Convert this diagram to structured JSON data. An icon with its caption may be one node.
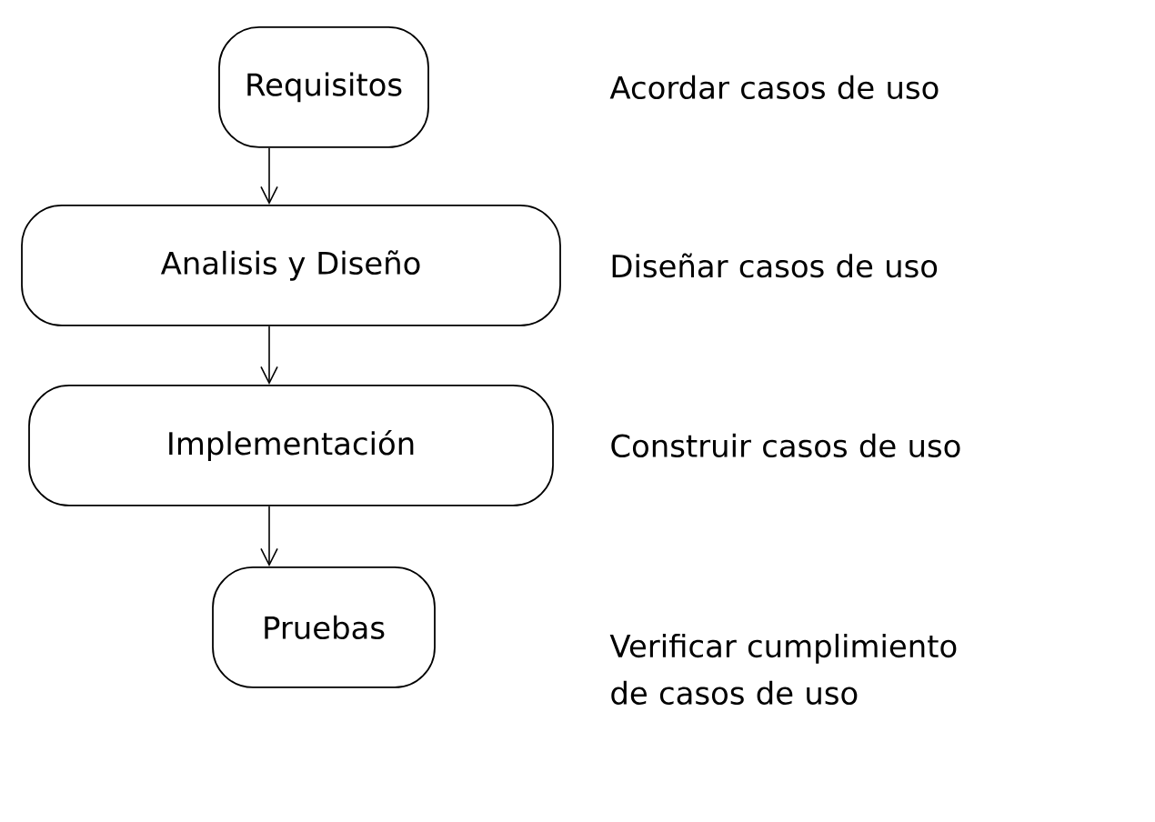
{
  "diagram": {
    "nodes": [
      {
        "text": [
          "Requisitos"
        ]
      },
      {
        "text": [
          "Analisis y Diseño"
        ]
      },
      {
        "text": [
          "Implementación"
        ]
      },
      {
        "text": [
          "Pruebas"
        ]
      }
    ],
    "edges": [
      {
        "from": 0,
        "to": 1,
        "arrow": "to"
      },
      {
        "from": 1,
        "to": 2,
        "arrow": "to"
      },
      {
        "from": 2,
        "to": 3,
        "arrow": "to"
      }
    ],
    "labels": [
      "Acordar casos de uso",
      "Diseñar casos de uso",
      "Construir casos de uso",
      "Verificar cumplimiento de casos de uso"
    ]
  }
}
